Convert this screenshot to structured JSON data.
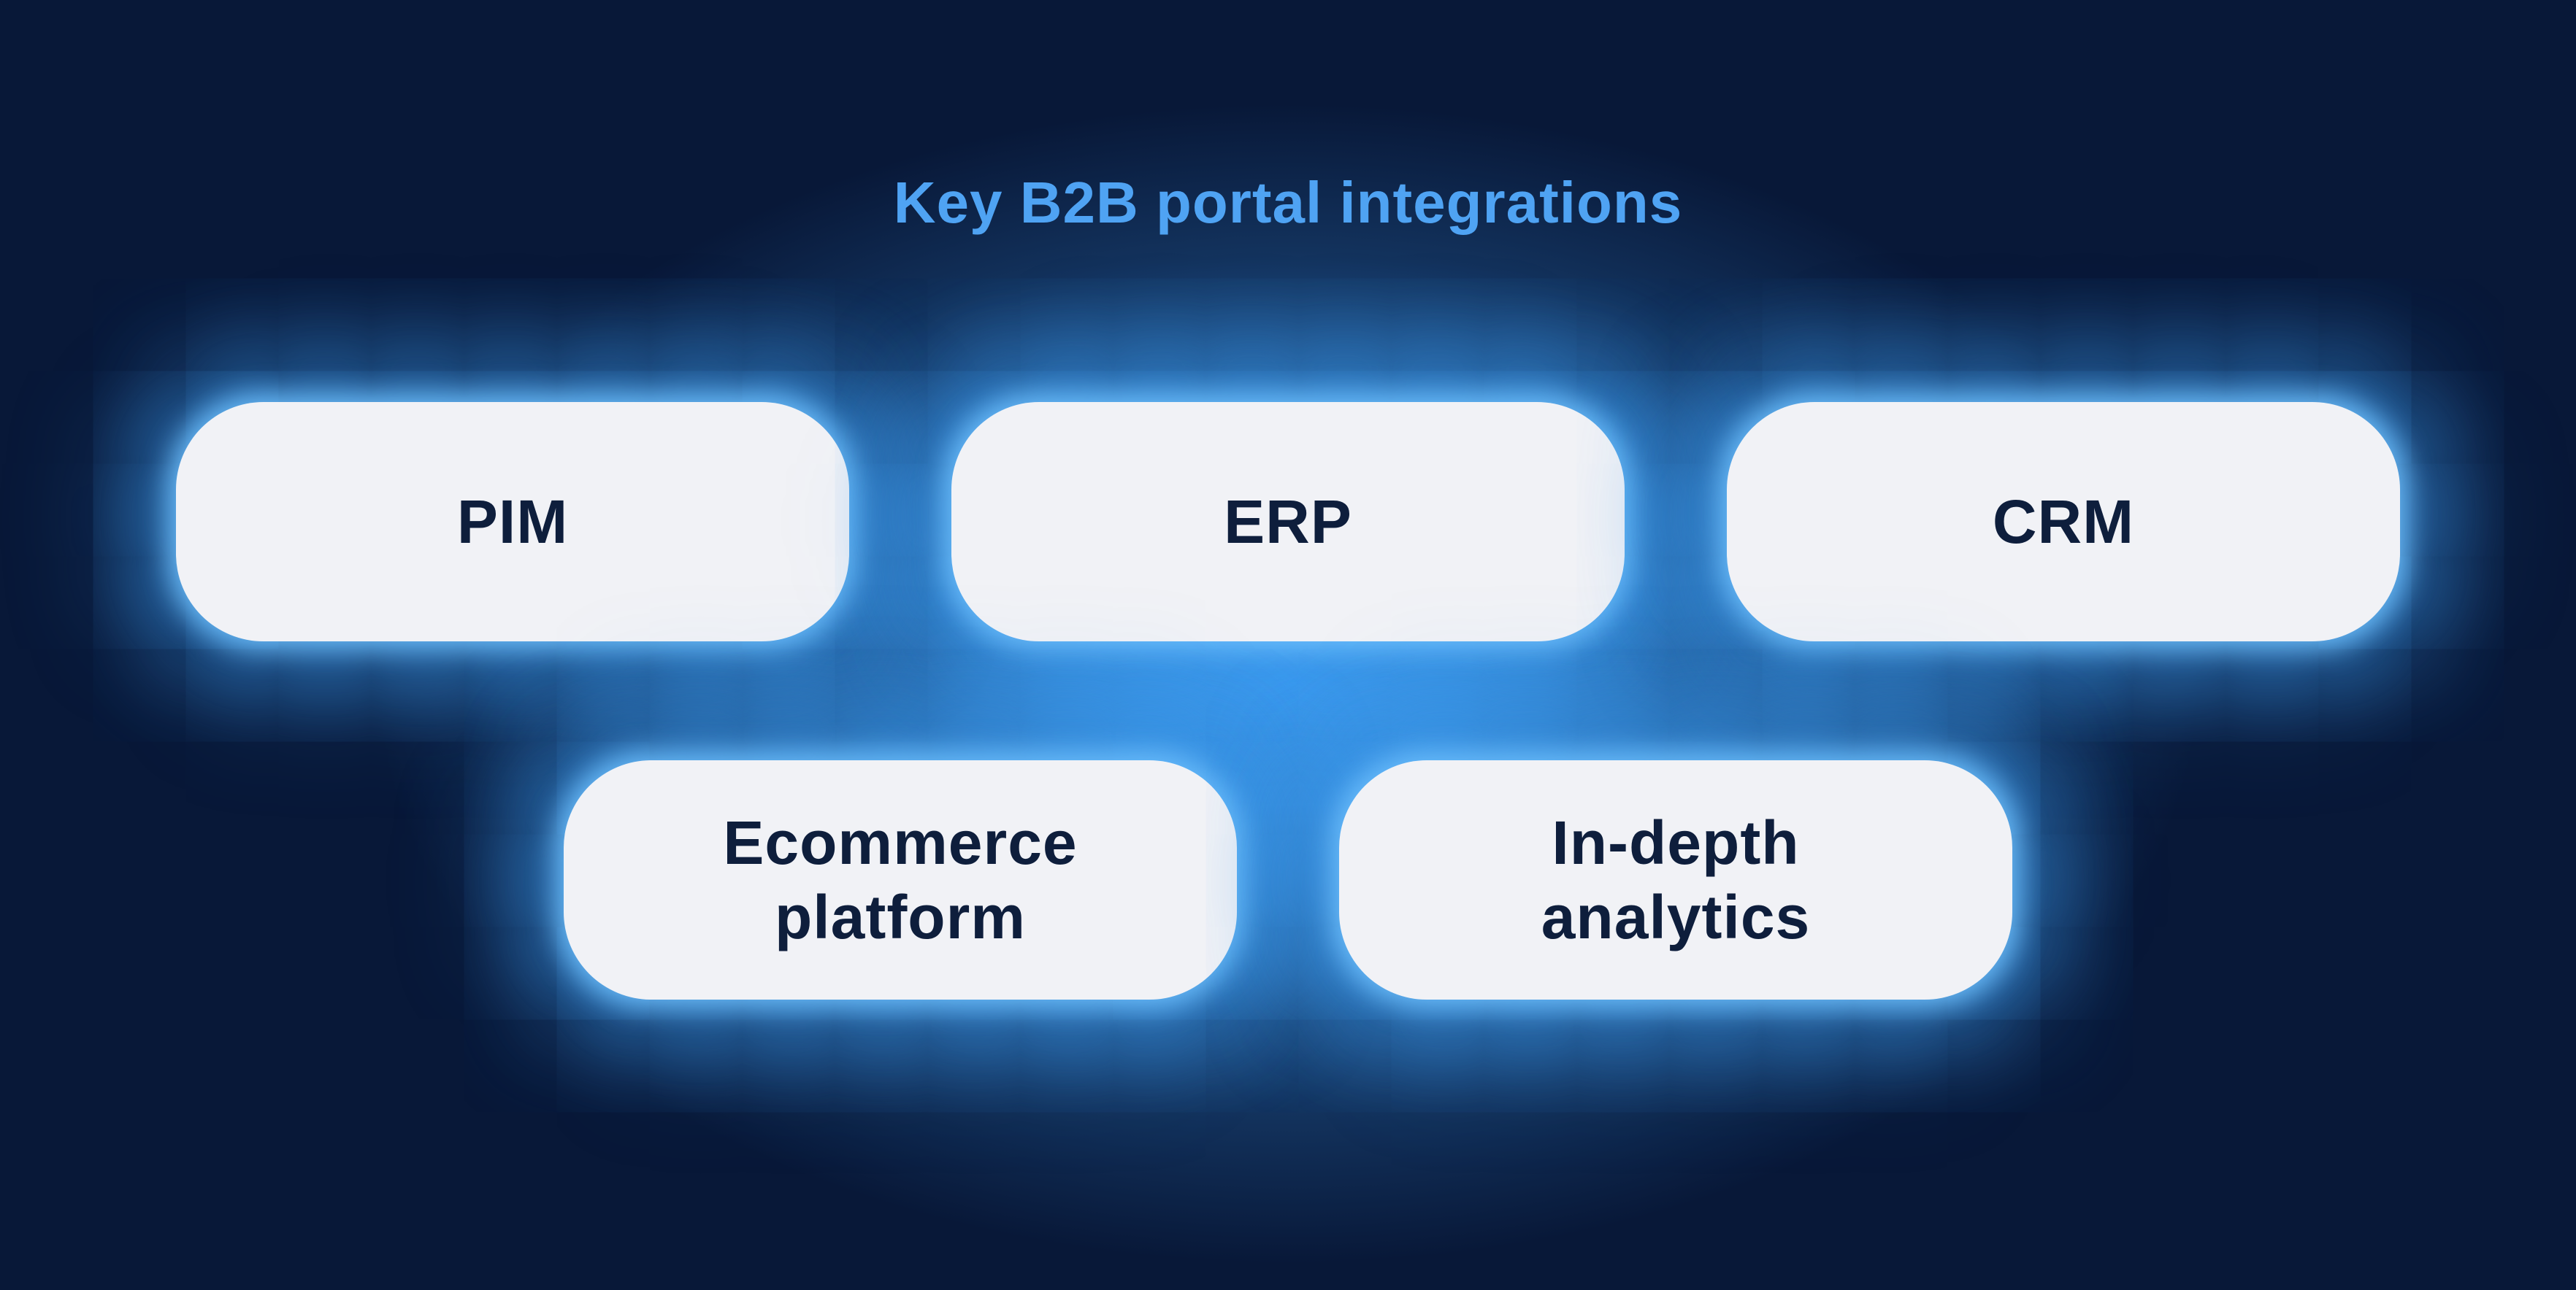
{
  "title": "Key B2B portal integrations",
  "colors": {
    "background": "#081838",
    "center_glow": "#3d9bef",
    "title_text": "#4fa3f3",
    "box_fill": "#f1f2f6",
    "box_text": "#0e1e3c",
    "box_halo": "#6cbefc"
  },
  "rows": [
    {
      "boxes": [
        {
          "label": "PIM"
        },
        {
          "label": "ERP"
        },
        {
          "label": "CRM"
        }
      ]
    },
    {
      "boxes": [
        {
          "label": "Ecommerce platform"
        },
        {
          "label": "In-depth analytics"
        }
      ]
    }
  ]
}
